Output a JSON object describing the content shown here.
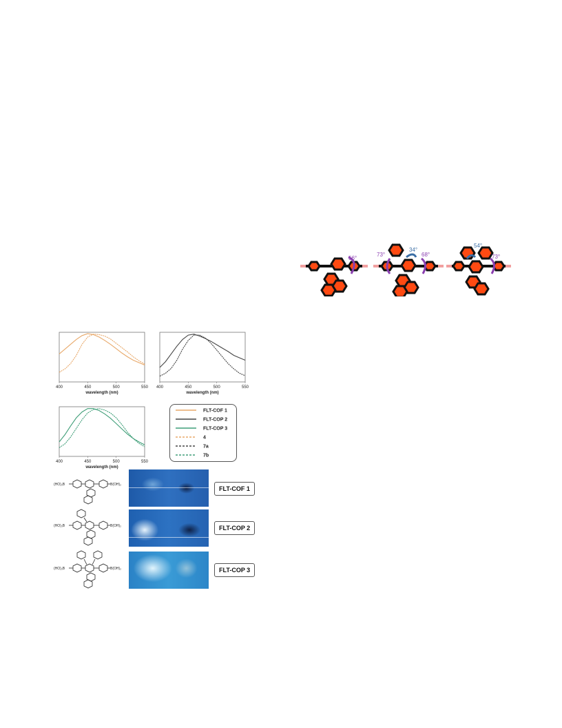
{
  "torsion_figure": {
    "angles": {
      "m1": [
        "56°"
      ],
      "m2": [
        "73°",
        "34°",
        "68°"
      ],
      "m3": [
        "54°",
        "73°"
      ]
    },
    "colors": {
      "hexagon": "#ff4a12",
      "outline": "#111111",
      "arrow": "#8a3fb0",
      "arrow_blue": "#3b6ea5",
      "tip": "#f2a0a0"
    }
  },
  "chart_data": [
    {
      "type": "line",
      "xlabel": "wavelength (nm)",
      "xlim": [
        400,
        550
      ],
      "xticks": [
        400,
        450,
        500,
        550
      ],
      "series": [
        {
          "name": "FLT-COF 1",
          "style": "solid",
          "color": "#e8a869",
          "x": [
            400,
            410,
            420,
            430,
            440,
            450,
            460,
            470,
            480,
            490,
            500,
            510,
            520,
            530,
            540,
            550
          ],
          "y": [
            0.58,
            0.68,
            0.78,
            0.88,
            0.96,
            1.0,
            0.98,
            0.93,
            0.86,
            0.78,
            0.69,
            0.6,
            0.52,
            0.45,
            0.4,
            0.35
          ]
        },
        {
          "name": "4",
          "style": "dashed",
          "color": "#e8a869",
          "x": [
            400,
            410,
            420,
            430,
            440,
            450,
            460,
            470,
            480,
            490,
            500,
            510,
            520,
            530,
            540,
            550
          ],
          "y": [
            0.2,
            0.27,
            0.38,
            0.55,
            0.78,
            0.93,
            0.99,
            0.98,
            0.95,
            0.89,
            0.8,
            0.71,
            0.62,
            0.52,
            0.44,
            0.37
          ]
        }
      ]
    },
    {
      "type": "line",
      "xlabel": "wavelength (nm)",
      "xlim": [
        400,
        550
      ],
      "xticks": [
        400,
        450,
        500,
        550
      ],
      "series": [
        {
          "name": "FLT-COP 2",
          "style": "solid",
          "color": "#444444",
          "x": [
            400,
            410,
            420,
            430,
            440,
            450,
            460,
            470,
            480,
            490,
            500,
            510,
            520,
            530,
            540,
            550
          ],
          "y": [
            0.3,
            0.42,
            0.58,
            0.74,
            0.88,
            0.97,
            0.99,
            0.95,
            0.9,
            0.84,
            0.77,
            0.7,
            0.63,
            0.55,
            0.5,
            0.45
          ]
        },
        {
          "name": "7a",
          "style": "dashed",
          "color": "#444444",
          "x": [
            400,
            410,
            420,
            430,
            440,
            450,
            460,
            470,
            480,
            490,
            500,
            510,
            520,
            530,
            540,
            550
          ],
          "y": [
            0.12,
            0.18,
            0.28,
            0.45,
            0.68,
            0.86,
            0.97,
            0.97,
            0.91,
            0.8,
            0.66,
            0.52,
            0.38,
            0.27,
            0.18,
            0.13
          ]
        }
      ]
    },
    {
      "type": "line",
      "xlabel": "wavelength (nm)",
      "xlim": [
        400,
        550
      ],
      "xticks": [
        400,
        450,
        500,
        550
      ],
      "series": [
        {
          "name": "FLT-COP 3",
          "style": "solid",
          "color": "#3f9e78",
          "x": [
            400,
            410,
            420,
            430,
            440,
            450,
            460,
            470,
            480,
            490,
            500,
            510,
            520,
            530,
            540,
            550
          ],
          "y": [
            0.3,
            0.45,
            0.63,
            0.8,
            0.92,
            0.99,
            0.99,
            0.95,
            0.88,
            0.79,
            0.68,
            0.57,
            0.46,
            0.37,
            0.3,
            0.24
          ]
        },
        {
          "name": "7b",
          "style": "dashed",
          "color": "#3f9e78",
          "x": [
            400,
            410,
            420,
            430,
            440,
            450,
            460,
            470,
            480,
            490,
            500,
            510,
            520,
            530,
            540,
            550
          ],
          "y": [
            0.18,
            0.26,
            0.4,
            0.58,
            0.76,
            0.9,
            0.97,
            0.99,
            0.96,
            0.9,
            0.8,
            0.66,
            0.5,
            0.37,
            0.27,
            0.2
          ]
        }
      ]
    }
  ],
  "legend": {
    "entries": [
      {
        "label": "FLT-COF 1",
        "style": "solid",
        "color": "#e8a869"
      },
      {
        "label": "FLT-COP 2",
        "style": "solid",
        "color": "#444444"
      },
      {
        "label": "FLT-COP 3",
        "style": "solid",
        "color": "#3f9e78"
      },
      {
        "label": "4",
        "style": "dashed",
        "color": "#e8a869"
      },
      {
        "label": "7a",
        "style": "dashed",
        "color": "#444444"
      },
      {
        "label": "7b",
        "style": "dashed",
        "color": "#3f9e78"
      }
    ]
  },
  "structures": [
    {
      "left_group": "(HO)₂B",
      "right_group": "B(OH)₂",
      "label": "FLT-COF 1"
    },
    {
      "left_group": "(HO)₂B",
      "right_group": "B(OH)₂",
      "label": "FLT-COP 2"
    },
    {
      "left_group": "(HO)₂B",
      "right_group": "B(OH)₂",
      "label": "FLT-COP 3"
    }
  ]
}
